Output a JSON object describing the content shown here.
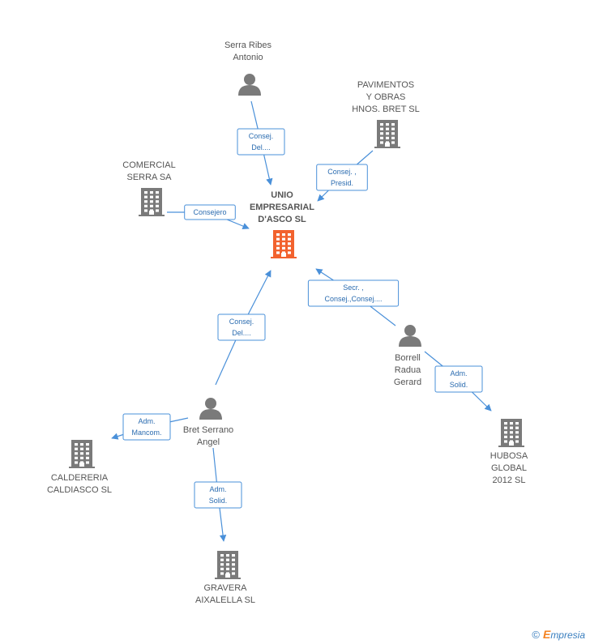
{
  "colors": {
    "edge": "#4a90d9",
    "edge_text": "#2b6cb0",
    "node_icon": "#7a7a7a",
    "center_icon": "#f2622e",
    "label": "#555555"
  },
  "nodes": [
    {
      "id": "center",
      "kind": "company",
      "center": true,
      "lines": [
        "UNIO",
        "EMPRESARIAL",
        "D'ASCO SL"
      ]
    },
    {
      "id": "serra-ribes",
      "kind": "person",
      "lines": [
        "Serra Ribes",
        "Antonio"
      ]
    },
    {
      "id": "pavimentos",
      "kind": "company",
      "lines": [
        "PAVIMENTOS",
        "Y OBRAS",
        "HNOS. BRET SL"
      ]
    },
    {
      "id": "comercial-serra",
      "kind": "company",
      "lines": [
        "COMERCIAL",
        "SERRA SA"
      ]
    },
    {
      "id": "borrell",
      "kind": "person",
      "lines": [
        "Borrell",
        "Radua",
        "Gerard"
      ]
    },
    {
      "id": "hubosa",
      "kind": "company",
      "lines": [
        "HUBOSA",
        "GLOBAL",
        "2012 SL"
      ]
    },
    {
      "id": "bret-serrano",
      "kind": "person",
      "lines": [
        "Bret Serrano",
        "Angel"
      ]
    },
    {
      "id": "caldereria",
      "kind": "company",
      "lines": [
        "CALDERERIA",
        "CALDIASCO SL"
      ]
    },
    {
      "id": "gravera",
      "kind": "company",
      "lines": [
        "GRAVERA",
        "AIXALELLA SL"
      ]
    }
  ],
  "edges": [
    {
      "from": "serra-ribes",
      "to": "center",
      "label": [
        "Consej.",
        "Del...."
      ]
    },
    {
      "from": "pavimentos",
      "to": "center",
      "label": [
        "Consej. ,",
        "Presid."
      ]
    },
    {
      "from": "comercial-serra",
      "to": "center",
      "label": [
        "Consejero"
      ]
    },
    {
      "from": "borrell",
      "to": "center",
      "label": [
        "Secr. ,",
        "Consej.,Consej...."
      ]
    },
    {
      "from": "borrell",
      "to": "hubosa",
      "label": [
        "Adm.",
        "Solid."
      ]
    },
    {
      "from": "bret-serrano",
      "to": "center",
      "label": [
        "Consej.",
        "Del...."
      ]
    },
    {
      "from": "bret-serrano",
      "to": "caldereria",
      "label": [
        "Adm.",
        "Mancom."
      ]
    },
    {
      "from": "bret-serrano",
      "to": "gravera",
      "label": [
        "Adm.",
        "Solid."
      ]
    }
  ],
  "footer": {
    "copyright": "©",
    "brand_initial": "E",
    "brand_rest": "mpresia"
  }
}
